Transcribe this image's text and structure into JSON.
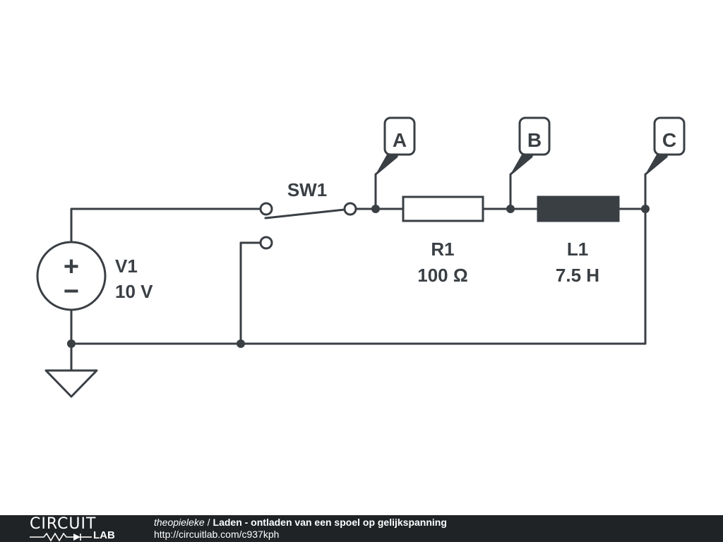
{
  "components": {
    "v1": {
      "name": "V1",
      "value": "10 V",
      "plus": "+",
      "minus": "−"
    },
    "sw1": {
      "name": "SW1"
    },
    "r1": {
      "name": "R1",
      "value": "100 Ω"
    },
    "l1": {
      "name": "L1",
      "value": "7.5 H"
    }
  },
  "probes": {
    "a": "A",
    "b": "B",
    "c": "C"
  },
  "footer": {
    "logo_top": "CIRCUIT",
    "logo_bottom": "LAB",
    "author": "theopieleke",
    "separator": "/",
    "title": "Laden - ontladen van een spoel op gelijkspanning",
    "url": "http://circuitlab.com/c937kph"
  },
  "colors": {
    "ink": "#3a3f44",
    "footer_bg": "#1f2326",
    "footer_text": "#ffffff"
  }
}
